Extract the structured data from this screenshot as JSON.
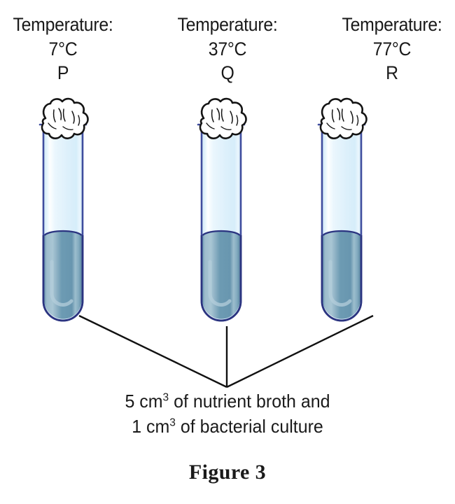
{
  "figure": {
    "label": "Figure 3",
    "caption_line1_prefix": "5 cm",
    "caption_line1_sup": "3",
    "caption_line1_suffix": " of nutrient broth and",
    "caption_line2_prefix": "1 cm",
    "caption_line2_sup": "3",
    "caption_line2_suffix": " of bacterial culture"
  },
  "tubes": [
    {
      "temperature_label": "Temperature:",
      "temperature_value": "7°C",
      "id": "P",
      "plug": "cotton-wool-plug",
      "contents": "blue-green liquid culture"
    },
    {
      "temperature_label": "Temperature:",
      "temperature_value": "37°C",
      "id": "Q",
      "plug": "cotton-wool-plug",
      "contents": "blue-green liquid culture"
    },
    {
      "temperature_label": "Temperature:",
      "temperature_value": "77°C",
      "id": "R",
      "plug": "cotton-wool-plug",
      "contents": "blue-green liquid culture"
    }
  ],
  "colors": {
    "glass_outline": "#3f4d9e",
    "glass_light": "#e6f4fc",
    "glass_highlight": "#fbfeff",
    "liquid_outline": "#2b3480",
    "liquid_mid": "#6d9bb3",
    "liquid_light": "#a6c3d3",
    "liquid_dark": "#5c8ca6",
    "plug_outline": "#141414",
    "plug_fill": "#ffffff",
    "leader_line": "#111111",
    "text": "#1a1a1a",
    "background": "#ffffff"
  }
}
